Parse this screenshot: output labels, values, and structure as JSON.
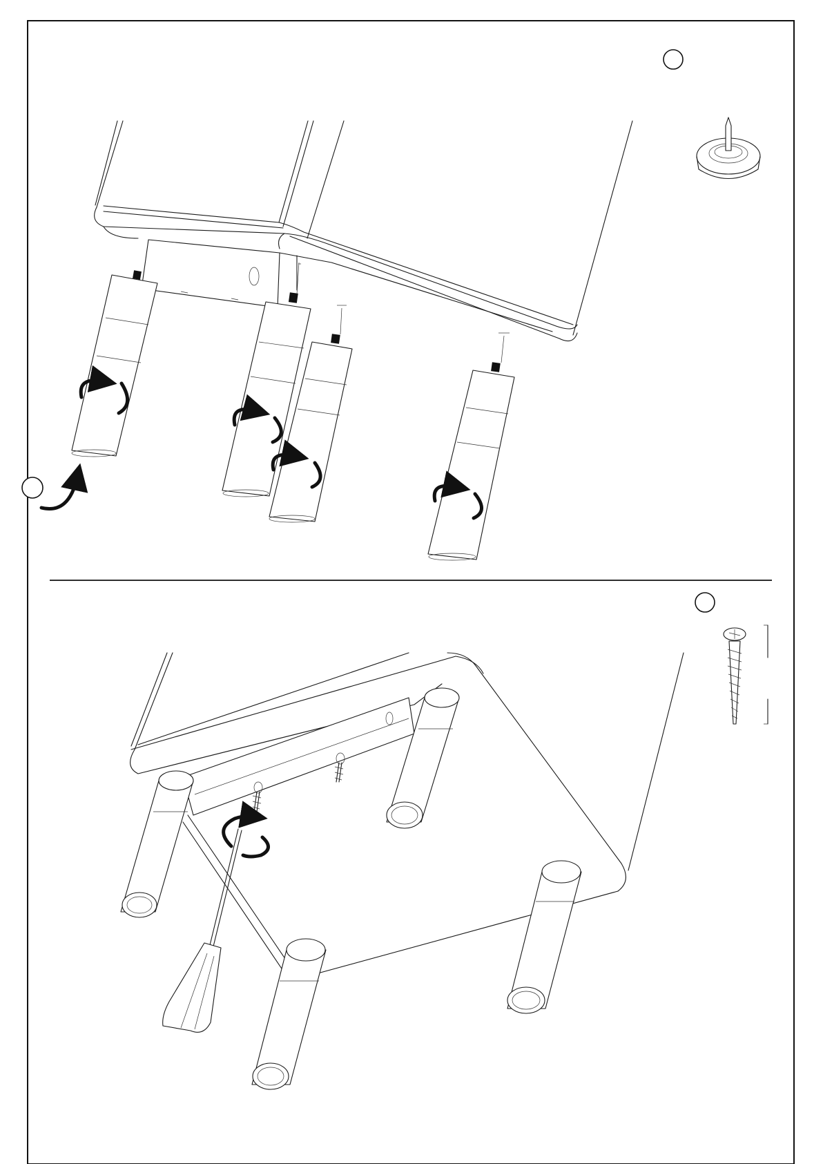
{
  "colors": {
    "line": "#1a1a1a",
    "background": "#ffffff",
    "fitting_block": "#111111"
  },
  "steps": [
    {
      "callouts": [
        "part-callout",
        "leg-callout"
      ],
      "legs": 4,
      "part_icon": "felt-glide-pad-icon",
      "action_icon": "rotate-clockwise-arrow-icon"
    },
    {
      "callouts": [
        "screw-callout"
      ],
      "legs": 4,
      "screws": 2,
      "part_icon": "wood-screw-icon",
      "tool_icon": "screwdriver-icon"
    }
  ]
}
